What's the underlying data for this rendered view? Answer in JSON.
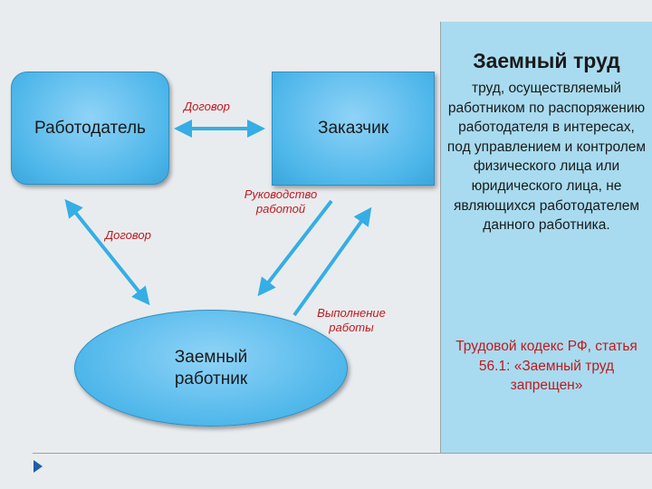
{
  "nodes": {
    "employer": "Работодатель",
    "customer": "Заказчик",
    "worker": "Заемный работник"
  },
  "labels": {
    "contract_top": "Договор",
    "contract_left": "Договор",
    "management": "Руководство работой",
    "execution": "Выполнение работы"
  },
  "panel": {
    "title": "Заемный труд",
    "definition": "труд, осуществляемый работником по распоряжению работодателя в интересах, под управлением и контролем физического лица или юридического лица, не являющихся работодателем данного работника.",
    "reference": "Трудовой кодекс РФ, статья 56.1: «Заемный труд запрещен»"
  },
  "colors": {
    "node_fill": "#4fb7ea",
    "arrow": "#35aee5",
    "label_red": "#c0191f",
    "panel_bg": "#a8dbef"
  },
  "icons": {
    "nav": "play-triangle-icon"
  }
}
